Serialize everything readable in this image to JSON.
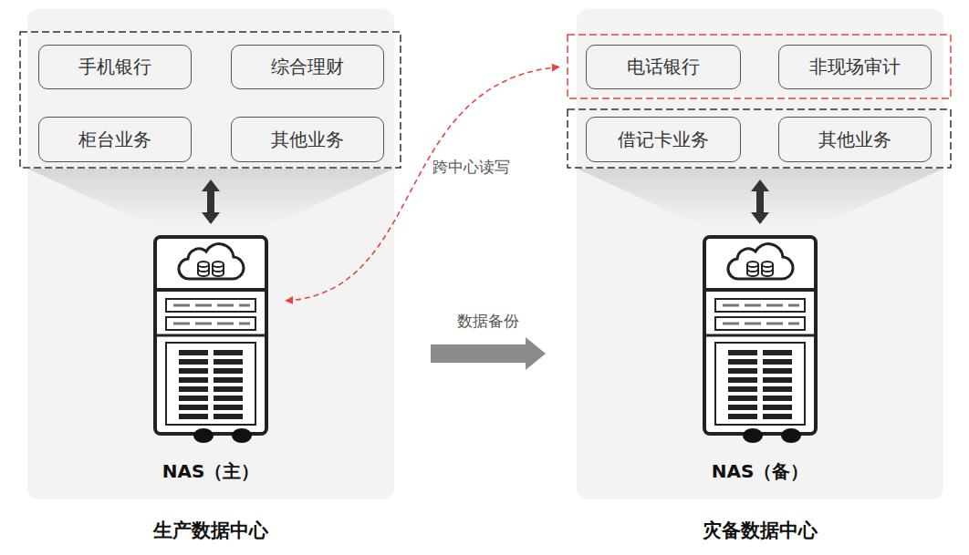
{
  "diagram": {
    "nodes": [
      {
        "text": [
          "生产数据中心"
        ]
      },
      {
        "text": [
          "手机银行"
        ],
        "in": 0
      },
      {
        "text": [
          "综合理财"
        ],
        "in": 0
      },
      {
        "text": [
          "柜台业务"
        ],
        "in": 0
      },
      {
        "text": [
          "其他业务"
        ],
        "in": 0
      },
      {
        "text": [
          "NAS（主）"
        ],
        "in": 0
      },
      {
        "text": [
          "灾备数据中心"
        ]
      },
      {
        "text": [
          "电话银行"
        ],
        "in": 6
      },
      {
        "text": [
          "非现场审计"
        ],
        "in": 6
      },
      {
        "text": [
          "借记卡业务"
        ],
        "in": 6
      },
      {
        "text": [
          "其他业务"
        ],
        "in": 6
      },
      {
        "text": [
          "NAS（备）"
        ],
        "in": 6
      }
    ],
    "edges": [
      {
        "from": 5,
        "to": 7,
        "label": "跨中心读写",
        "arrow": "both"
      },
      {
        "from": 0,
        "to": 6,
        "label": "数据备份",
        "arrow": "to"
      }
    ]
  }
}
